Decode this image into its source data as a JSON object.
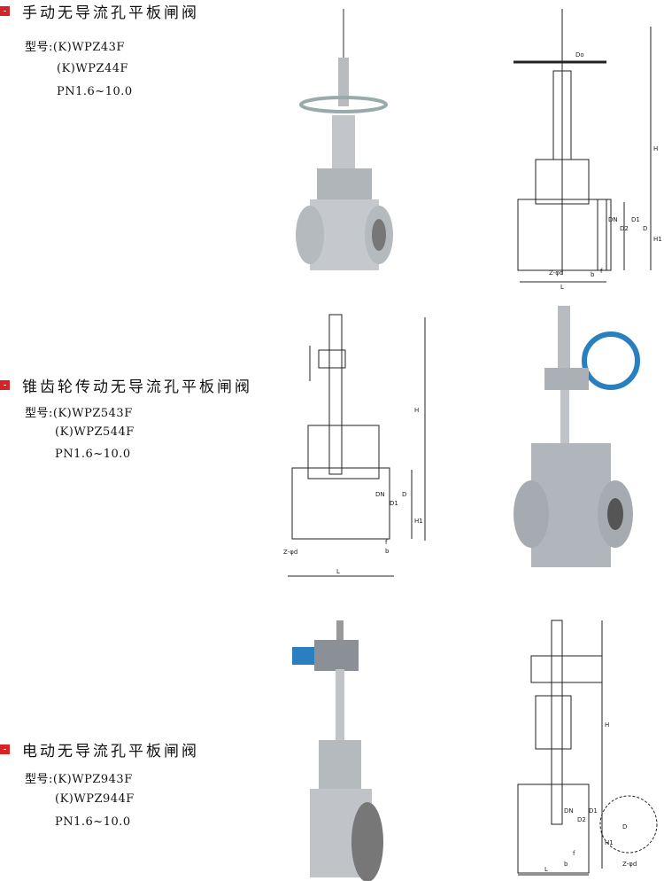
{
  "sections": [
    {
      "title": "手动无导流孔平板闸阀",
      "model_label": "型号:",
      "models": [
        "(K)WPZ43F",
        "(K)WPZ44F"
      ],
      "pressure": "PN1.6~10.0"
    },
    {
      "title": "锥齿轮传动无导流孔平板闸阀",
      "model_label": "型号:",
      "models": [
        "(K)WPZ543F",
        "(K)WPZ544F"
      ],
      "pressure": "PN1.6~10.0"
    },
    {
      "title": "电动无导流孔平板闸阀",
      "model_label": "型号:",
      "models": [
        "(K)WPZ943F",
        "(K)WPZ944F"
      ],
      "pressure": "PN1.6~10.0"
    }
  ],
  "drawing_labels": {
    "do": "Do",
    "h": "H",
    "h1": "H1",
    "dn": "DN",
    "d2": "D2",
    "d1": "D1",
    "d": "D",
    "l": "L",
    "b": "b",
    "f": "f",
    "z": "Z-φd"
  },
  "colors": {
    "bullet": "#d92222",
    "handwheel_blue": "#2a7fc0",
    "steel": "#b8bcc0"
  }
}
